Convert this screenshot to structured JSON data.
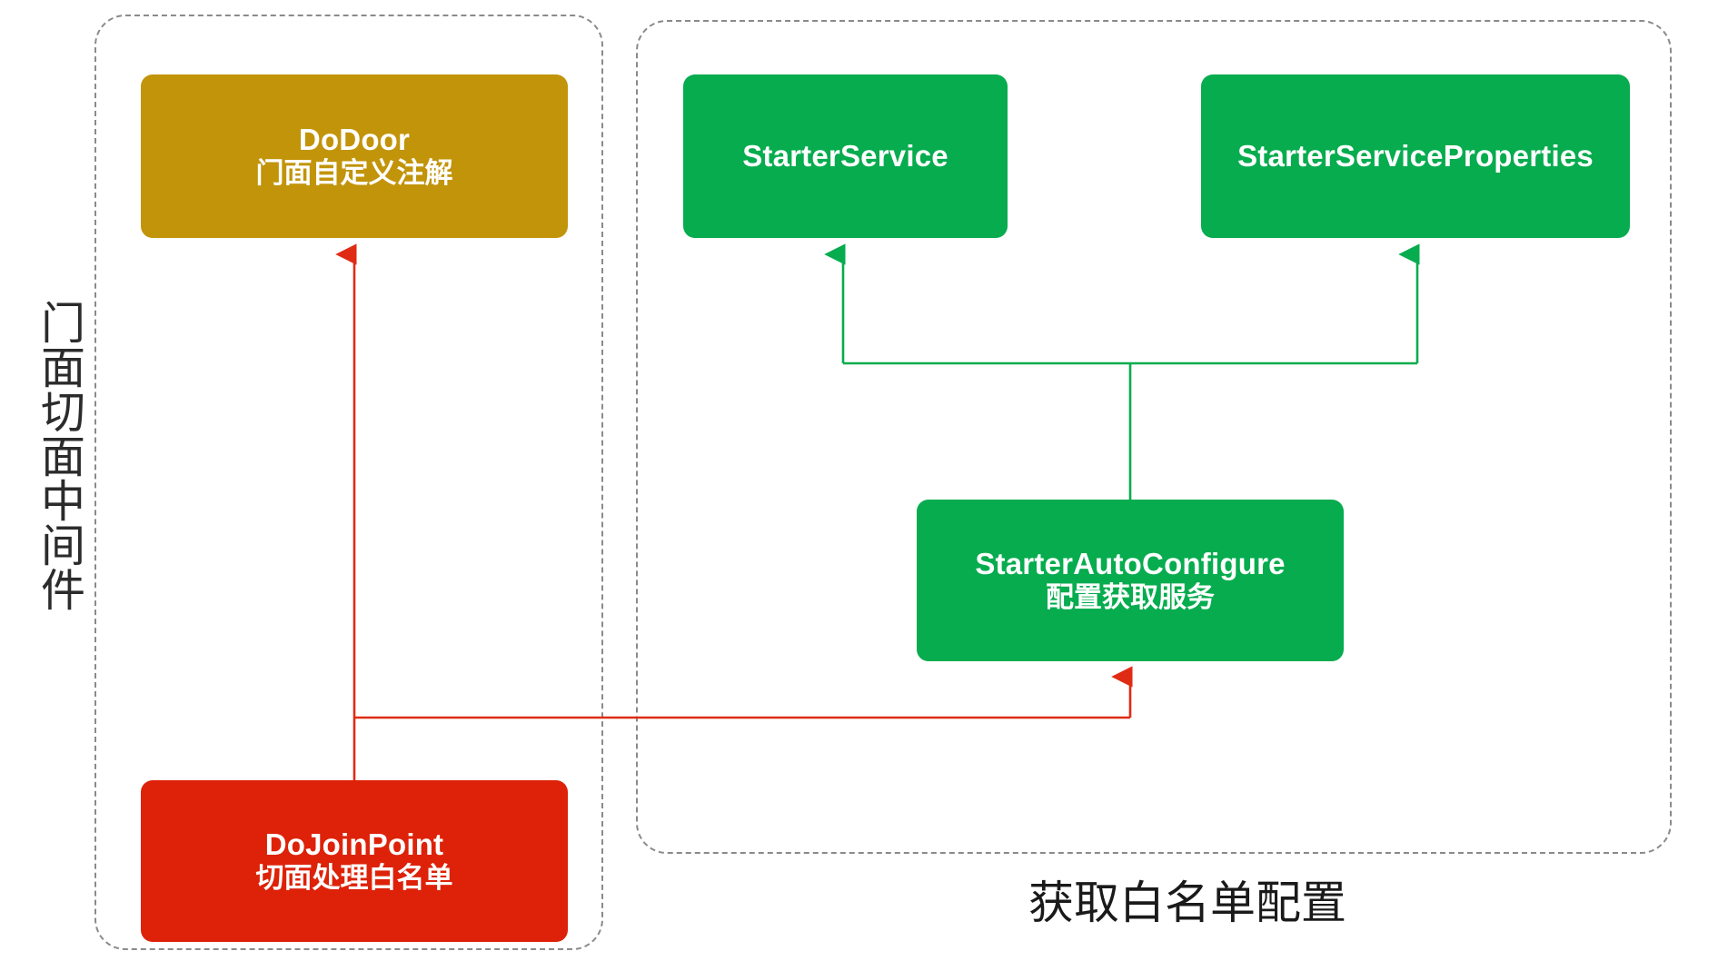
{
  "diagram": {
    "title_side_label": "门面切面中间件",
    "bottom_caption": "获取白名单配置",
    "colors": {
      "gold": "#c2940a",
      "green": "#06ac4e",
      "red": "#dd2209",
      "dashed_border": "#8a8a8a",
      "green_link": "#06ac4e",
      "red_link": "#e02b14",
      "node_text": "#ffffff"
    },
    "groups": [
      {
        "id": "left",
        "name": "门面切面中间件 container",
        "style": "dashed"
      },
      {
        "id": "right",
        "name": "获取白名单配置 container",
        "style": "dashed"
      }
    ],
    "nodes": [
      {
        "id": "dodoor",
        "line_en": "DoDoor",
        "line_cn": "门面自定义注解",
        "color": "#c2940a"
      },
      {
        "id": "dojoinpoint",
        "line_en": "DoJoinPoint",
        "line_cn": "切面处理白名单",
        "color": "#dd2209"
      },
      {
        "id": "starterservice",
        "line_en": "StarterService",
        "line_cn": "",
        "color": "#06ac4e"
      },
      {
        "id": "starterserviceproperties",
        "line_en": "StarterServiceProperties",
        "line_cn": "",
        "color": "#06ac4e"
      },
      {
        "id": "starterautoconfigure",
        "line_en": "StarterAutoConfigure",
        "line_cn": "配置获取服务",
        "color": "#06ac4e"
      }
    ],
    "links": [
      {
        "from": "dojoinpoint",
        "to": "dodoor",
        "color": "#e02b14",
        "arrow": "up"
      },
      {
        "from": "dojoinpoint",
        "to": "starterautoconfigure",
        "color": "#e02b14",
        "arrow": "up"
      },
      {
        "from": "starterautoconfigure",
        "to": "starterservice",
        "color": "#06ac4e",
        "arrow": "up"
      },
      {
        "from": "starterautoconfigure",
        "to": "starterserviceproperties",
        "color": "#06ac4e",
        "arrow": "up"
      }
    ]
  }
}
